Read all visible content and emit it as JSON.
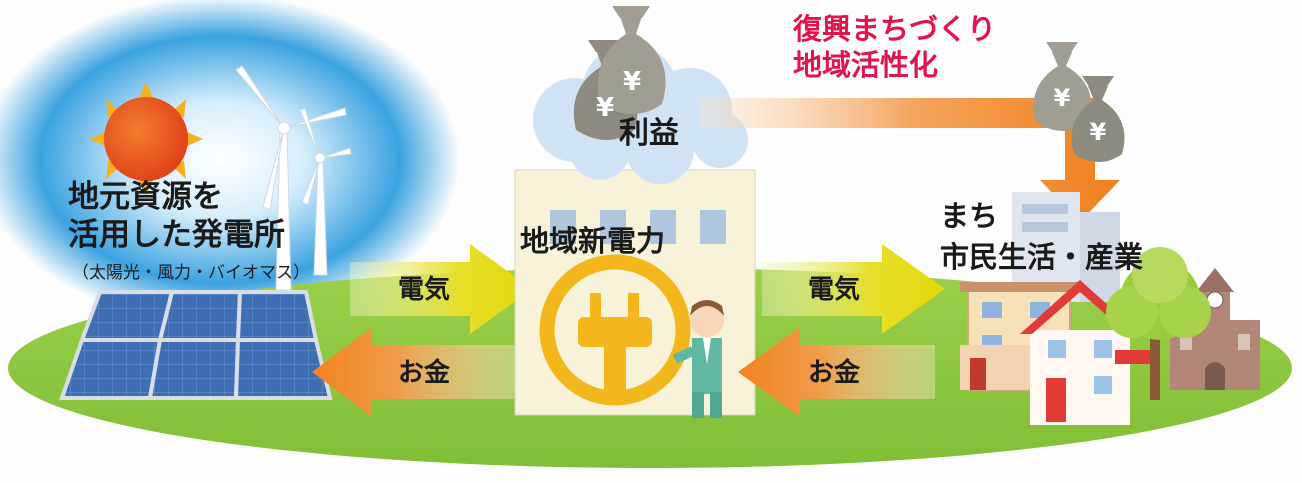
{
  "plant": {
    "title_line1": "地元資源を",
    "title_line2": "活用した発電所",
    "subtitle": "（太陽光・風力・バイオマス）"
  },
  "company": {
    "label": "地域新電力"
  },
  "town": {
    "line1": "まち",
    "line2": "市民生活・産業"
  },
  "flows": {
    "electricity_left": "電気",
    "money_left": "お金",
    "electricity_right": "電気",
    "money_right": "お金"
  },
  "profit": {
    "label": "利益",
    "bag_symbol": "¥"
  },
  "revitalization": {
    "line1": "復興まちづくり",
    "line2": "地域活性化"
  },
  "colors": {
    "ground": "#88c53d",
    "electricity_arrow": "#e4d80a",
    "money_arrow": "#f0831f",
    "profit_arrow": "#ef7f1c",
    "revitalization_text": "#e2144e",
    "sky_glow": "#3aa2e0",
    "sun": "#e85720",
    "plug_circle": "#f3b71c"
  },
  "icons": [
    "sun-icon",
    "wind-turbine-icon",
    "solar-panel-icon",
    "money-bag-icon",
    "power-plug-icon",
    "businessman-icon",
    "house-icon",
    "tree-icon",
    "clock-tower-icon"
  ]
}
